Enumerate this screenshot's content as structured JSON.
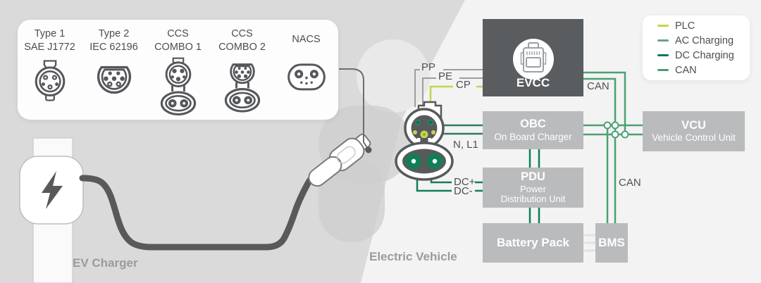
{
  "zones": {
    "charger_label": "EV Charger",
    "vehicle_label": "Electric Vehicle"
  },
  "connector_panel": {
    "items": [
      {
        "name": "type1",
        "line1": "Type 1",
        "line2": "SAE J1772"
      },
      {
        "name": "type2",
        "line1": "Type 2",
        "line2": "IEC 62196"
      },
      {
        "name": "ccs-combo-1",
        "line1": "CCS",
        "line2": "COMBO 1"
      },
      {
        "name": "ccs-combo-2",
        "line1": "CCS",
        "line2": "COMBO 2"
      },
      {
        "name": "nacs",
        "line1": "NACS",
        "line2": ""
      }
    ]
  },
  "legend": {
    "items": [
      {
        "label": "PLC",
        "color": "#c3d44e"
      },
      {
        "label": "AC Charging",
        "color": "#6f9e8c"
      },
      {
        "label": "DC Charging",
        "color": "#107a50"
      },
      {
        "label": "CAN",
        "color": "#4b9b71"
      }
    ]
  },
  "blocks": {
    "evcc": {
      "title": "EVCC"
    },
    "obc": {
      "title": "OBC",
      "subtitle": "On Board Charger"
    },
    "vcu": {
      "title": "VCU",
      "subtitle": "Vehicle Control Unit"
    },
    "pdu": {
      "title": "PDU",
      "subtitle_line1": "Power",
      "subtitle_line2": "Distribution Unit"
    },
    "battery": {
      "title": "Battery Pack"
    },
    "bms": {
      "title": "BMS"
    }
  },
  "wire_labels": {
    "pp": "PP",
    "pe": "PE",
    "cp": "CP",
    "ac": "N, L1",
    "dc_plus": "DC+",
    "dc_minus": "DC-",
    "can_evcc": "CAN",
    "can_bus": "CAN"
  },
  "colors": {
    "plc": "#c3d450",
    "ac": "#2e7a66",
    "dc": "#0e8054",
    "can": "#4ba173",
    "dark": "#58595b",
    "box_gray": "#b9bbbc",
    "evcc_bg": "#595d60",
    "wire_gray": "#9b9fa1"
  }
}
